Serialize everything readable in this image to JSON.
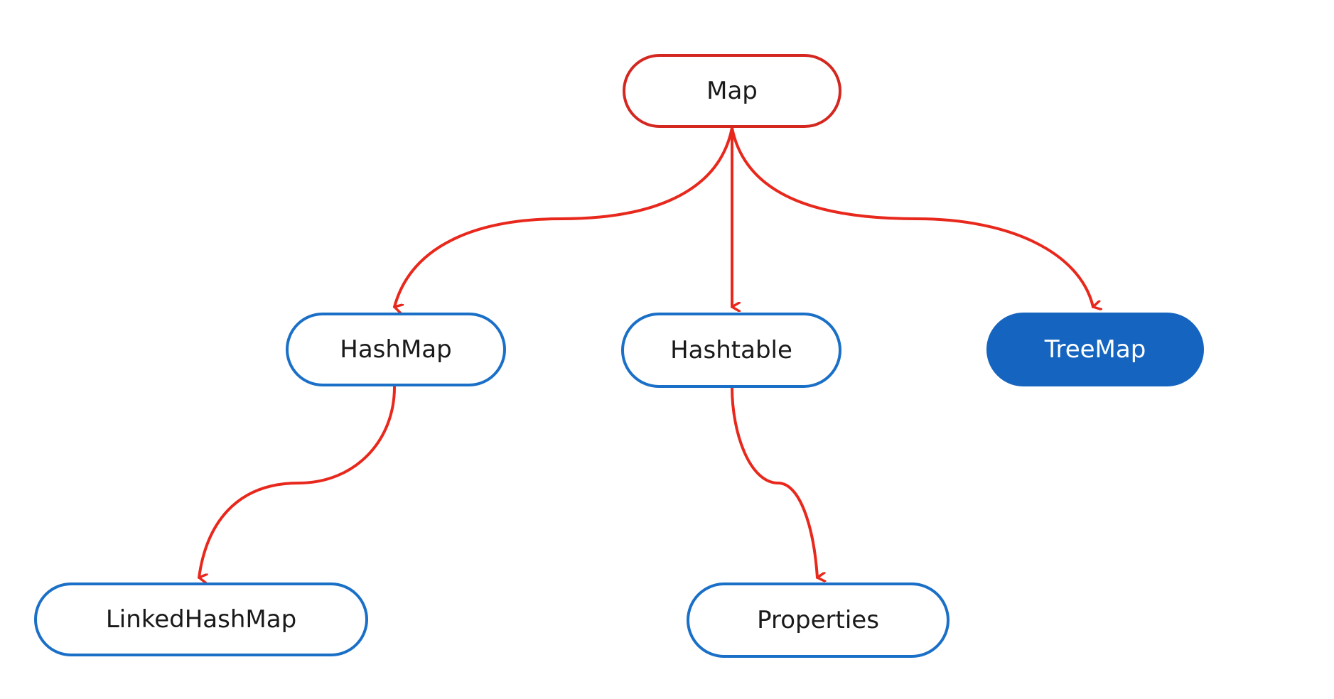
{
  "colors": {
    "edge": "#e8281c",
    "root_border": "#d42720",
    "node_border": "#1a6fc7",
    "node_fill_highlight": "#1565c0",
    "text_dark": "#1a1a1a",
    "text_light": "#ffffff"
  },
  "nodes": {
    "map": {
      "label": "Map"
    },
    "hashmap": {
      "label": "HashMap"
    },
    "hashtable": {
      "label": "Hashtable"
    },
    "treemap": {
      "label": "TreeMap"
    },
    "linkedhashmap": {
      "label": "LinkedHashMap"
    },
    "properties": {
      "label": "Properties"
    }
  },
  "edges": [
    {
      "from": "map",
      "to": "hashmap"
    },
    {
      "from": "map",
      "to": "hashtable"
    },
    {
      "from": "map",
      "to": "treemap"
    },
    {
      "from": "hashmap",
      "to": "linkedhashmap"
    },
    {
      "from": "hashtable",
      "to": "properties"
    }
  ]
}
